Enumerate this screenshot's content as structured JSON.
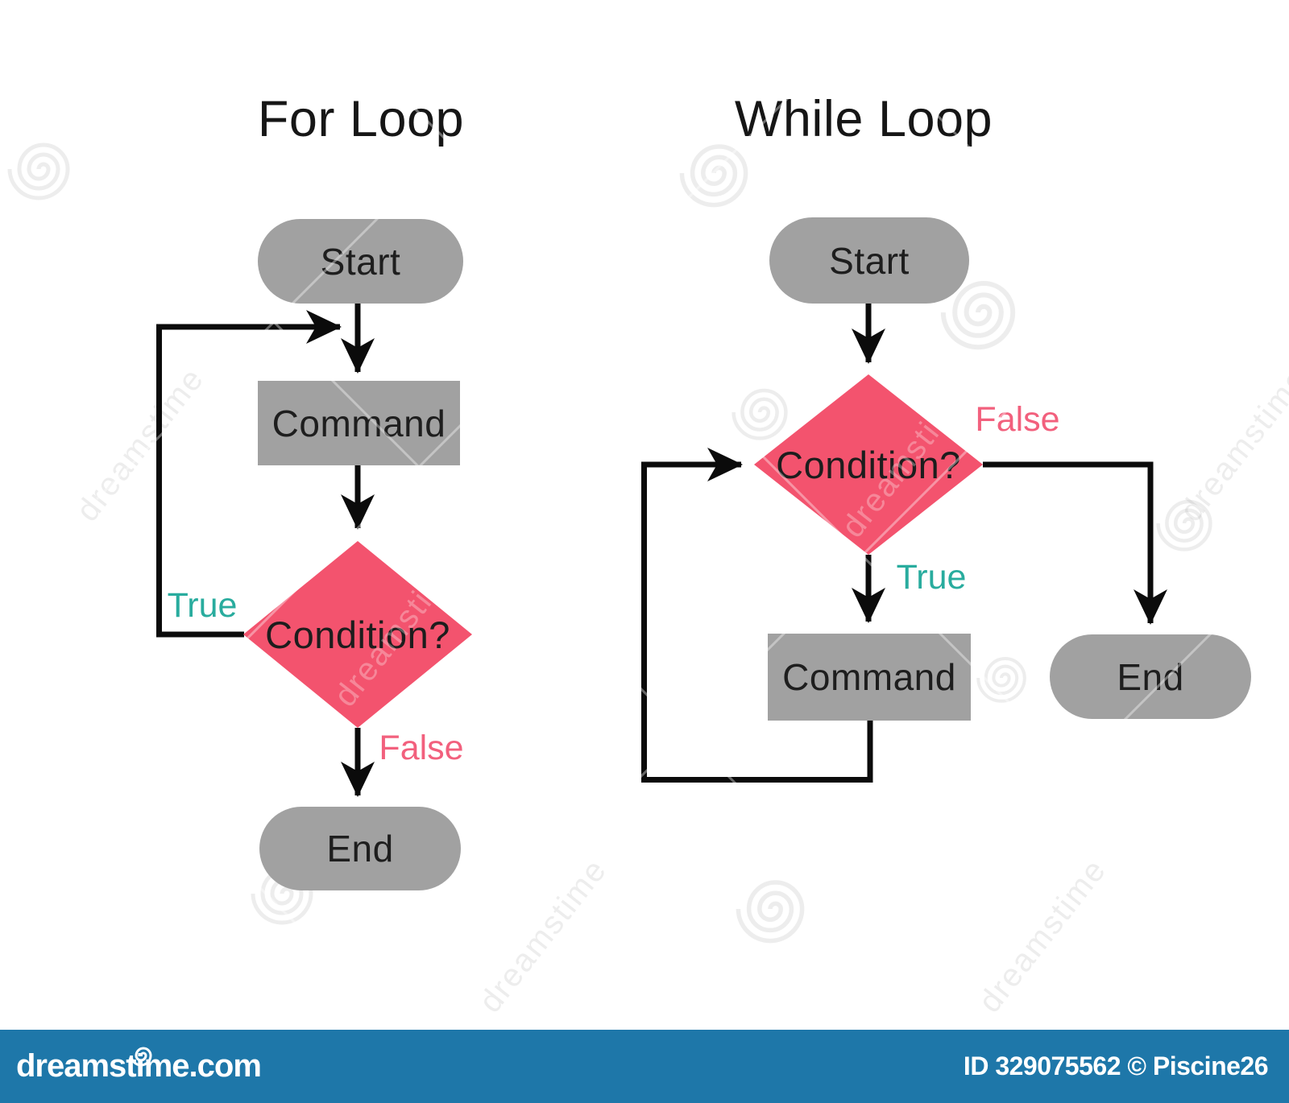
{
  "panels": [
    {
      "title": "For Loop",
      "nodes": {
        "start": "Start",
        "command": "Command",
        "condition": "Condition?",
        "end": "End"
      },
      "branch_labels": {
        "true": "True",
        "false": "False"
      }
    },
    {
      "title": "While Loop",
      "nodes": {
        "start": "Start",
        "condition": "Condition?",
        "command": "Command",
        "end": "End"
      },
      "branch_labels": {
        "true": "True",
        "false": "False"
      }
    }
  ],
  "watermark": {
    "brand_text": "dreamstime"
  },
  "footer": {
    "brand": "dreamstime.com",
    "credit": "ID 329075562 © Piscine26"
  },
  "colors": {
    "node_gray": "#A1A1A1",
    "condition_pink": "#F3536E",
    "true_label_teal": "#29AC9E",
    "false_label_pink": "#F2607D",
    "connector_black": "#0B0B0B",
    "footer_blue": "#1E77A9"
  }
}
